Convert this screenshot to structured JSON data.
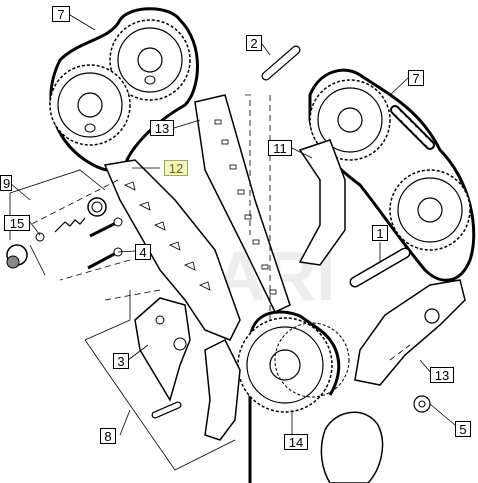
{
  "callouts": {
    "c7a": "7",
    "c2": "2",
    "c7b": "7",
    "c13a": "13",
    "c11": "11",
    "c12": "12",
    "c9": "9",
    "c15": "15",
    "c1": "1",
    "c4": "4",
    "c3": "3",
    "c13b": "13",
    "c5": "5",
    "c8": "8",
    "c14": "14"
  },
  "colors": {
    "line": "#000000",
    "highlight_bg": "#f3f6c4"
  }
}
